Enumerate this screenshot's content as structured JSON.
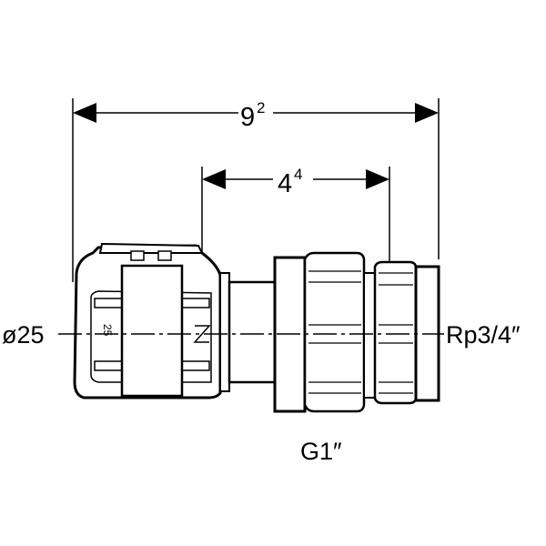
{
  "dimensions": {
    "overall": {
      "base": "9",
      "exp": "2"
    },
    "partial": {
      "base": "4",
      "exp": "4"
    }
  },
  "labels": {
    "pipe_diameter": "ø25",
    "outlet_thread": "Rp3/4″",
    "nut_thread": "G1″"
  },
  "body_markings": {
    "size": "25"
  }
}
